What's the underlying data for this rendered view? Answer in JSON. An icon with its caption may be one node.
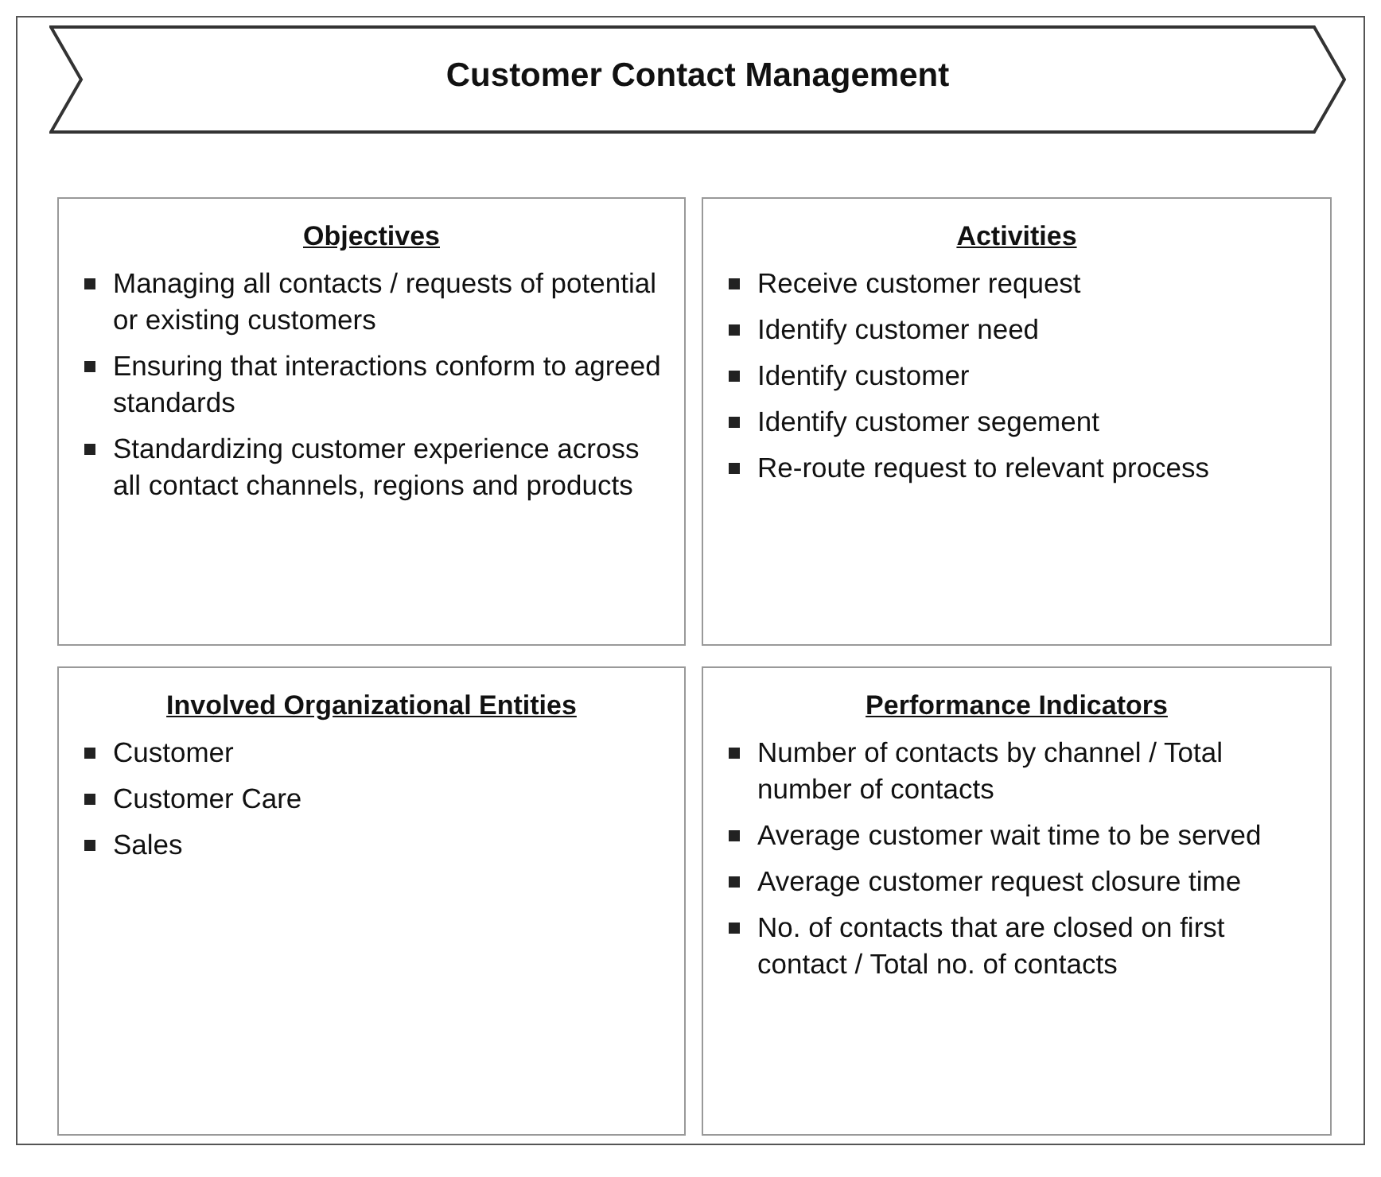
{
  "diagram": {
    "nodes": [
      {
        "text": [],
        "shape": "box"
      },
      {
        "text": [
          "Customer Contact Management"
        ],
        "in": 0
      },
      {
        "text": [
          "Objectives",
          "Managing all contacts / requests of potential or existing customers",
          "Ensuring that interactions conform to agreed standards",
          "Standardizing customer experience across all contact channels, regions and products"
        ],
        "in": 0
      },
      {
        "text": [
          "Activities",
          "Receive customer request",
          "Identify customer need",
          "Identify customer",
          "Identify customer segement",
          "Re-route request to relevant process"
        ],
        "in": 0
      },
      {
        "text": [
          "Involved Organizational Entities",
          "Customer",
          "Customer Care",
          "Sales"
        ],
        "in": 0
      },
      {
        "text": [
          "Performance Indicators",
          "Number of contacts by channel / Total number of contacts",
          "Average customer wait time to be served",
          "Average customer request closure time",
          "No. of contacts that are closed on first contact / Total no. of contacts"
        ],
        "in": 0
      }
    ],
    "edges": []
  }
}
